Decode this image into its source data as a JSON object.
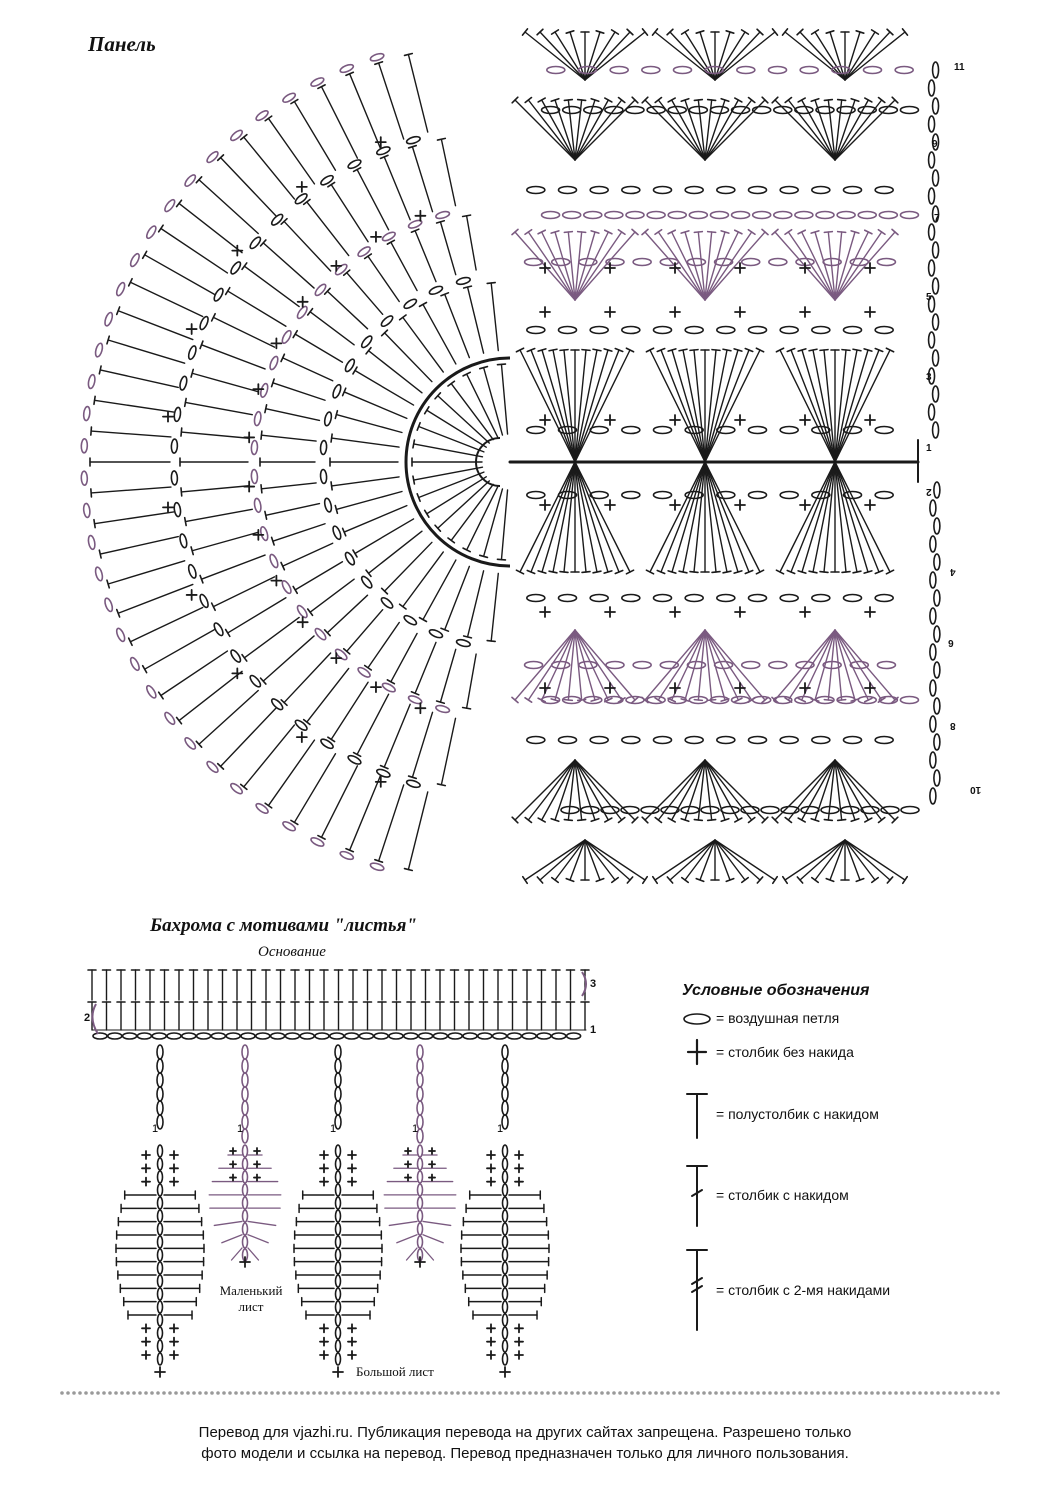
{
  "panel": {
    "title": "Панель"
  },
  "fringe": {
    "title": "Бахрома с мотивами \"листья\"",
    "base_label": "Основание",
    "small_leaf_label": "Маленький лист",
    "big_leaf_label": "Большой лист"
  },
  "legend": {
    "title": "Условные обозначения",
    "items": [
      {
        "icon": "chain-loop-icon",
        "label": "= воздушная петля"
      },
      {
        "icon": "single-crochet-icon",
        "label": "= столбик без накида"
      },
      {
        "icon": "half-double-crochet-icon",
        "label": "= полустолбик с накидом"
      },
      {
        "icon": "double-crochet-icon",
        "label": "= столбик с накидом"
      },
      {
        "icon": "treble-crochet-icon",
        "label": "= столбик с 2-мя накидами"
      }
    ]
  },
  "footer": {
    "line1": "Перевод для vjazhi.ru. Публикация перевода на других сайтах запрещена. Разрешено только",
    "line2": "фото модели и ссылка на перевод.  Перевод предназначен только для личного пользования."
  },
  "colors": {
    "ink": "#1a1a1a",
    "accent": "#7a5a80"
  }
}
